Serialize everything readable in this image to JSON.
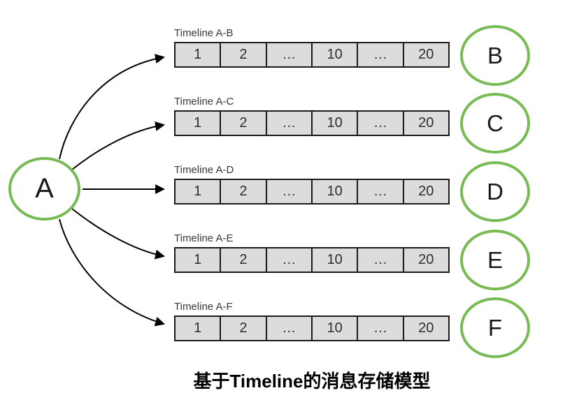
{
  "title": "基于Timeline的消息存储模型",
  "colors": {
    "node_stroke": "#77bb55",
    "cell_fill": "#dcdcdc",
    "cell_border": "#1a1a1a",
    "arrow": "#000000"
  },
  "source_node": {
    "label": "A"
  },
  "timelines": [
    {
      "label": "Timeline A-B",
      "target": "B",
      "cells": [
        "1",
        "2",
        "…",
        "10",
        "…",
        "20"
      ]
    },
    {
      "label": "Timeline A-C",
      "target": "C",
      "cells": [
        "1",
        "2",
        "…",
        "10",
        "…",
        "20"
      ]
    },
    {
      "label": "Timeline A-D",
      "target": "D",
      "cells": [
        "1",
        "2",
        "…",
        "10",
        "…",
        "20"
      ]
    },
    {
      "label": "Timeline A-E",
      "target": "E",
      "cells": [
        "1",
        "2",
        "…",
        "10",
        "…",
        "20"
      ]
    },
    {
      "label": "Timeline A-F",
      "target": "F",
      "cells": [
        "1",
        "2",
        "…",
        "10",
        "…",
        "20"
      ]
    }
  ]
}
